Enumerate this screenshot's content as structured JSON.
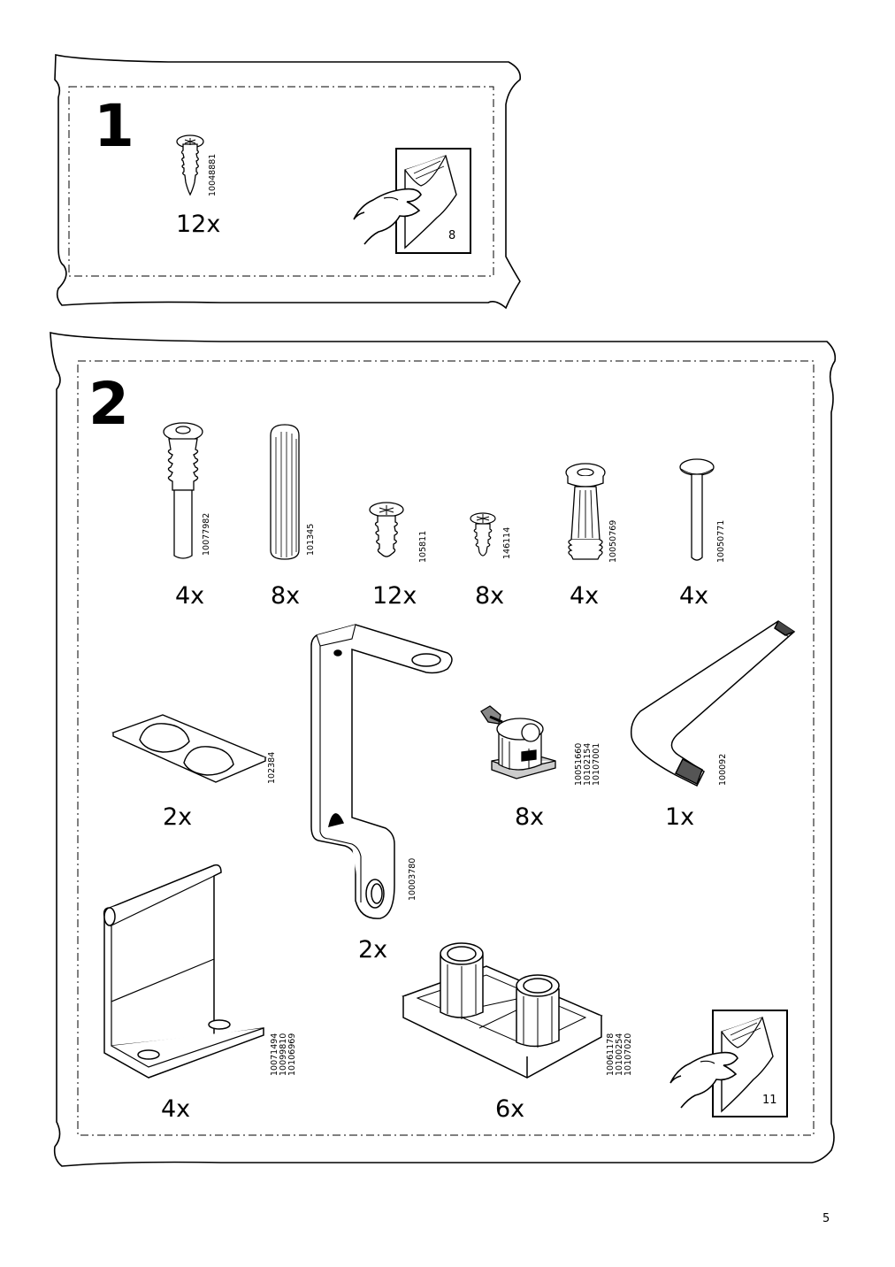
{
  "page_number": "5",
  "steps": [
    {
      "number": "1",
      "parts": [
        {
          "codes": [
            "10048881"
          ],
          "quantity": "12x",
          "icon": "screw-icon"
        }
      ],
      "page_reference": "8"
    },
    {
      "number": "2",
      "parts": [
        {
          "codes": [
            "10077982"
          ],
          "quantity": "4x",
          "icon": "connector-bolt-icon"
        },
        {
          "codes": [
            "101345"
          ],
          "quantity": "8x",
          "icon": "wooden-dowel-icon"
        },
        {
          "codes": [
            "105811"
          ],
          "quantity": "12x",
          "icon": "screw-icon"
        },
        {
          "codes": [
            "146114"
          ],
          "quantity": "8x",
          "icon": "small-screw-icon"
        },
        {
          "codes": [
            "10050769"
          ],
          "quantity": "4x",
          "icon": "expansion-plug-icon"
        },
        {
          "codes": [
            "10050771"
          ],
          "quantity": "4x",
          "icon": "pin-icon"
        },
        {
          "codes": [
            "102384"
          ],
          "quantity": "2x",
          "icon": "bumper-pad-icon"
        },
        {
          "codes": [
            "10003780"
          ],
          "quantity": "2x",
          "icon": "metal-bracket-icon"
        },
        {
          "codes": [
            "10051660",
            "10102154",
            "10107001"
          ],
          "quantity": "8x",
          "icon": "cam-lock-icon"
        },
        {
          "codes": [
            "100092"
          ],
          "quantity": "1x",
          "icon": "allen-key-icon"
        },
        {
          "codes": [
            "10071494",
            "10099810",
            "10106969"
          ],
          "quantity": "4x",
          "icon": "hinge-bracket-icon"
        },
        {
          "codes": [
            "10061178",
            "10100254",
            "10107020"
          ],
          "quantity": "6x",
          "icon": "foot-base-icon"
        }
      ],
      "page_reference": "11"
    }
  ]
}
